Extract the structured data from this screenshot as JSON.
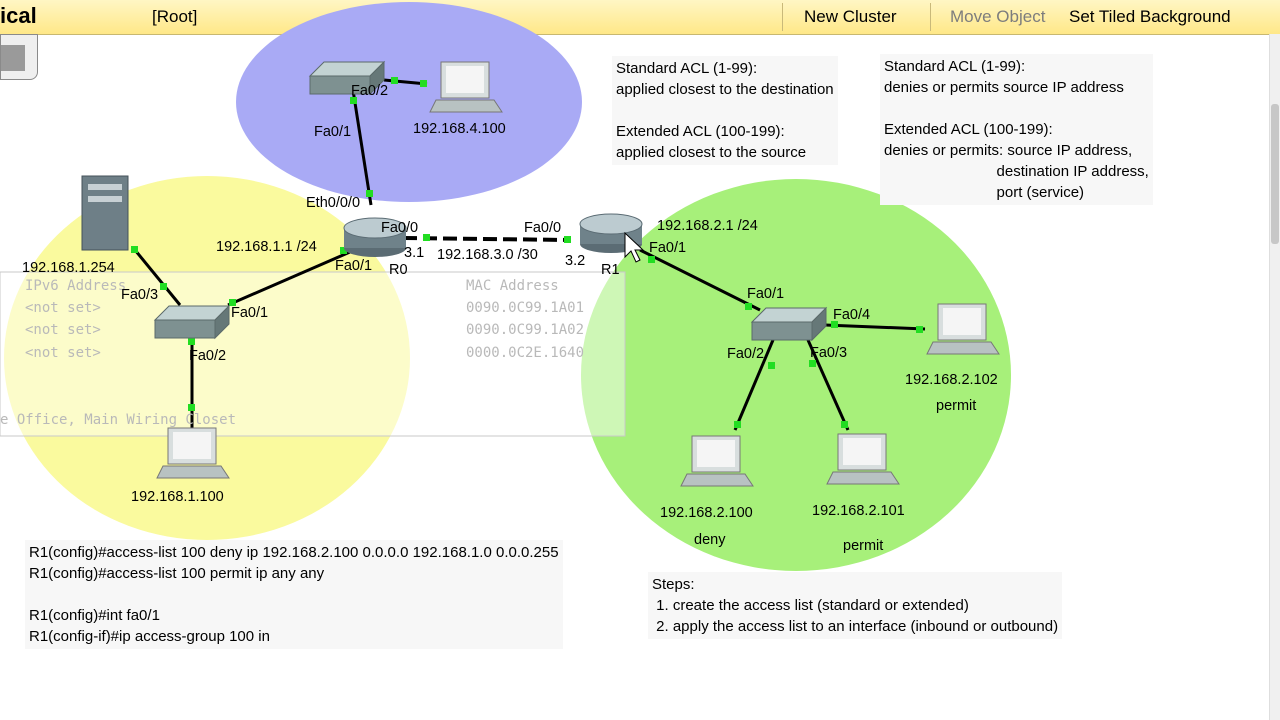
{
  "toolbar": {
    "mode": "ical",
    "root": "[Root]",
    "new_cluster": "New Cluster",
    "move_object": "Move Object",
    "set_tiled_background": "Set Tiled Background"
  },
  "colors": {
    "zone_blue": "#a9aaf5",
    "zone_yellow": "#fafa9e",
    "zone_green": "#a7f07a",
    "link_up": "#22dd22"
  },
  "ghost_table": {
    "col1_header": "IPv6 Address",
    "col1_rows": [
      "<not set>",
      "<not set>",
      "<not set>"
    ],
    "col2_header": "MAC Address",
    "col2_rows": [
      "0090.0C99.1A01",
      "0090.0C99.1A02",
      "0000.0C2E.1640"
    ],
    "location": "e Office, Main Wiring Closet"
  },
  "labels": {
    "s4_fa02": "Fa0/2",
    "s4_fa01": "Fa0/1",
    "pc4_ip": "192.168.4.100",
    "r0_eth": "Eth0/0/0",
    "r0_fa00": "Fa0/0",
    "r0_gw": "192.168.1.1 /24",
    "r0_fa01": "Fa0/1",
    "r0_name": "R0",
    "r0_dot": "3.1",
    "wan_net": "192.168.3.0 /30",
    "r1_fa00": "Fa0/0",
    "r1_dot": "3.2",
    "r1_name": "R1",
    "r1_gw": "192.168.2.1 /24",
    "r1_fa01": "Fa0/1",
    "server_ip": "192.168.1.254",
    "s1_fa03": "Fa0/3",
    "s1_fa01": "Fa0/1",
    "s1_fa02": "Fa0/2",
    "pc1_ip": "192.168.1.100",
    "s2_fa01": "Fa0/1",
    "s2_fa04": "Fa0/4",
    "s2_fa02": "Fa0/2",
    "s2_fa03": "Fa0/3",
    "pc102_ip": "192.168.2.102",
    "pc102_note": "permit",
    "pc100_ip": "192.168.2.100",
    "pc100_note": "deny",
    "pc101_ip": "192.168.2.101",
    "pc101_note": "permit"
  },
  "notes": {
    "acl_placement": "Standard ACL (1-99):\napplied closest to the destination\n\nExtended ACL (100-199):\napplied closest to the source",
    "acl_function": "Standard ACL (1-99):\ndenies or permits source IP address\n\nExtended ACL (100-199):\ndenies or permits: source IP address,\n                           destination IP address,\n                           port (service)",
    "commands": "R1(config)#access-list 100 deny ip 192.168.2.100 0.0.0.0 192.168.1.0 0.0.0.255\nR1(config)#access-list 100 permit ip any any\n\nR1(config)#int fa0/1\nR1(config-if)#ip access-group 100 in",
    "steps": "Steps:\n 1. create the access list (standard or extended)\n 2. apply the access list to an interface (inbound or outbound)"
  }
}
